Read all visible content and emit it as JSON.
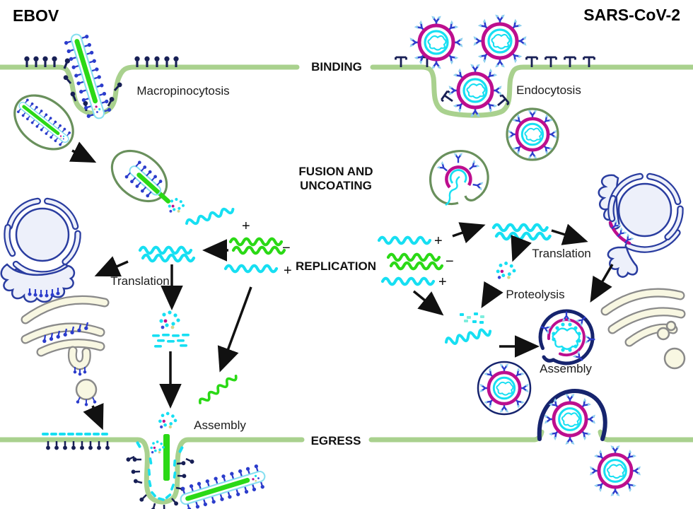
{
  "titles": {
    "left": "EBOV",
    "right": "SARS-CoV-2"
  },
  "stages": {
    "binding": "BINDING",
    "fusion_uncoating_line1": "FUSION AND",
    "fusion_uncoating_line2": "UNCOATING",
    "replication": "REPLICATION",
    "egress": "EGRESS"
  },
  "ebov": {
    "entry_label": "Macropinocytosis",
    "translation_label": "Translation",
    "assembly_label": "Assembly",
    "nascent_rna_sign": "+",
    "genome_sign": "−",
    "antigenome_sign": "+"
  },
  "sars": {
    "entry_label": "Endocytosis",
    "translation_label": "Translation",
    "proteolysis_label": "Proteolysis",
    "assembly_label": "Assembly",
    "genome_sign": "+",
    "antigenome_sign": "−",
    "subgenomic_sign": "+"
  },
  "colors": {
    "membrane": "#a9d18e",
    "vesicle": "#69905c",
    "viral_green": "#2bd916",
    "cyan": "#17dff2",
    "pale_cyan": "#86dff0",
    "magenta": "#bd0e8e",
    "navy": "#171f55",
    "dome_navy": "#16246e",
    "spike_blue": "#2b3ccc",
    "spike_tip": "#8ecfee",
    "organelle_outline": "#2a3da0",
    "organelle_fill": "#edf0fa",
    "golgi_fill": "#f8f7e2",
    "golgi_outline": "#8a8a8a",
    "arrow": "#111111",
    "text": "#1a1a1a"
  }
}
